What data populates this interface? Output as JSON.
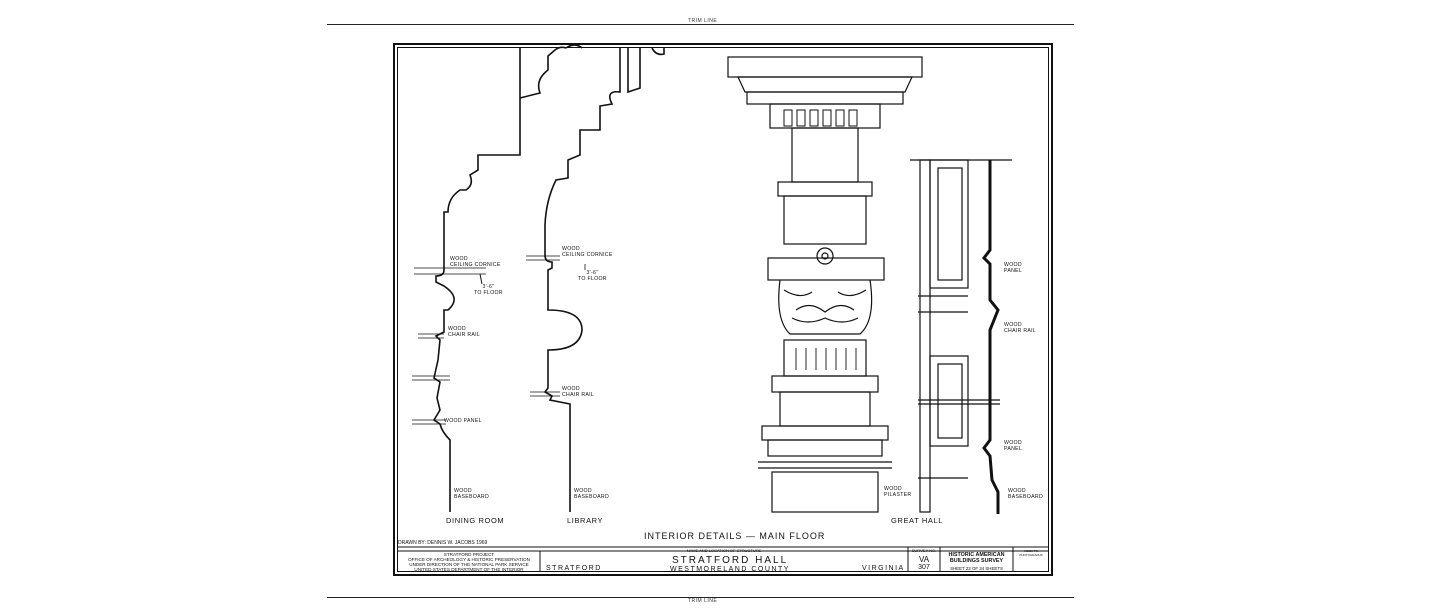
{
  "sheet": {
    "trim_top": "TRIM LINE",
    "trim_bottom": "TRIM LINE"
  },
  "drawing": {
    "title": "INTERIOR DETAILS — MAIN FLOOR",
    "rooms": {
      "dining": "DINING ROOM",
      "library": "LIBRARY",
      "great_hall": "GREAT HALL"
    },
    "labels": {
      "dining_cornice": "WOOD\nCEILING CORNICE",
      "dining_height": "3'-6\"\nTO FLOOR",
      "dining_chair_rail": "WOOD\nCHAIR RAIL",
      "dining_panel": "WOOD PANEL",
      "dining_baseboard": "WOOD\nBASEBOARD",
      "library_cornice": "WOOD\nCEILING CORNICE",
      "library_height": "3'-6\"\nTO FLOOR",
      "library_chair_rail": "WOOD\nCHAIR RAIL",
      "library_baseboard": "WOOD\nBASEBOARD",
      "pilaster": "WOOD\nPILASTER",
      "hall_panel_top": "WOOD\nPANEL",
      "hall_chair_rail": "WOOD\nCHAIR RAIL",
      "hall_panel_bottom": "WOOD\nPANEL",
      "hall_baseboard": "WOOD\nBASEBOARD"
    }
  },
  "title_block": {
    "drawn_by": "DRAWN BY: DENNIS W. JACOBS 1969",
    "project": "STRATFORD PROJECT\nOFFICE OF ARCHEOLOGY & HISTORIC PRESERVATION\nUNDER DIRECTION OF THE NATIONAL PARK SERVICE\nUNITED STATES DEPARTMENT OF THE INTERIOR",
    "structure_caption": "NAME AND LOCATION OF STRUCTURE",
    "structure_name": "STRATFORD HALL",
    "county": "WESTMORELAND COUNTY",
    "town": "STRATFORD",
    "state": "VIRGINIA",
    "survey_caption": "SURVEY NO.",
    "survey_state": "VA",
    "survey_number": "307",
    "agency": "HISTORIC AMERICAN\nBUILDINGS SURVEY",
    "sheet_info": "SHEET 23 OF 34 SHEETS",
    "index_caption": "INDEX TO PHOTOGRAPHS"
  }
}
